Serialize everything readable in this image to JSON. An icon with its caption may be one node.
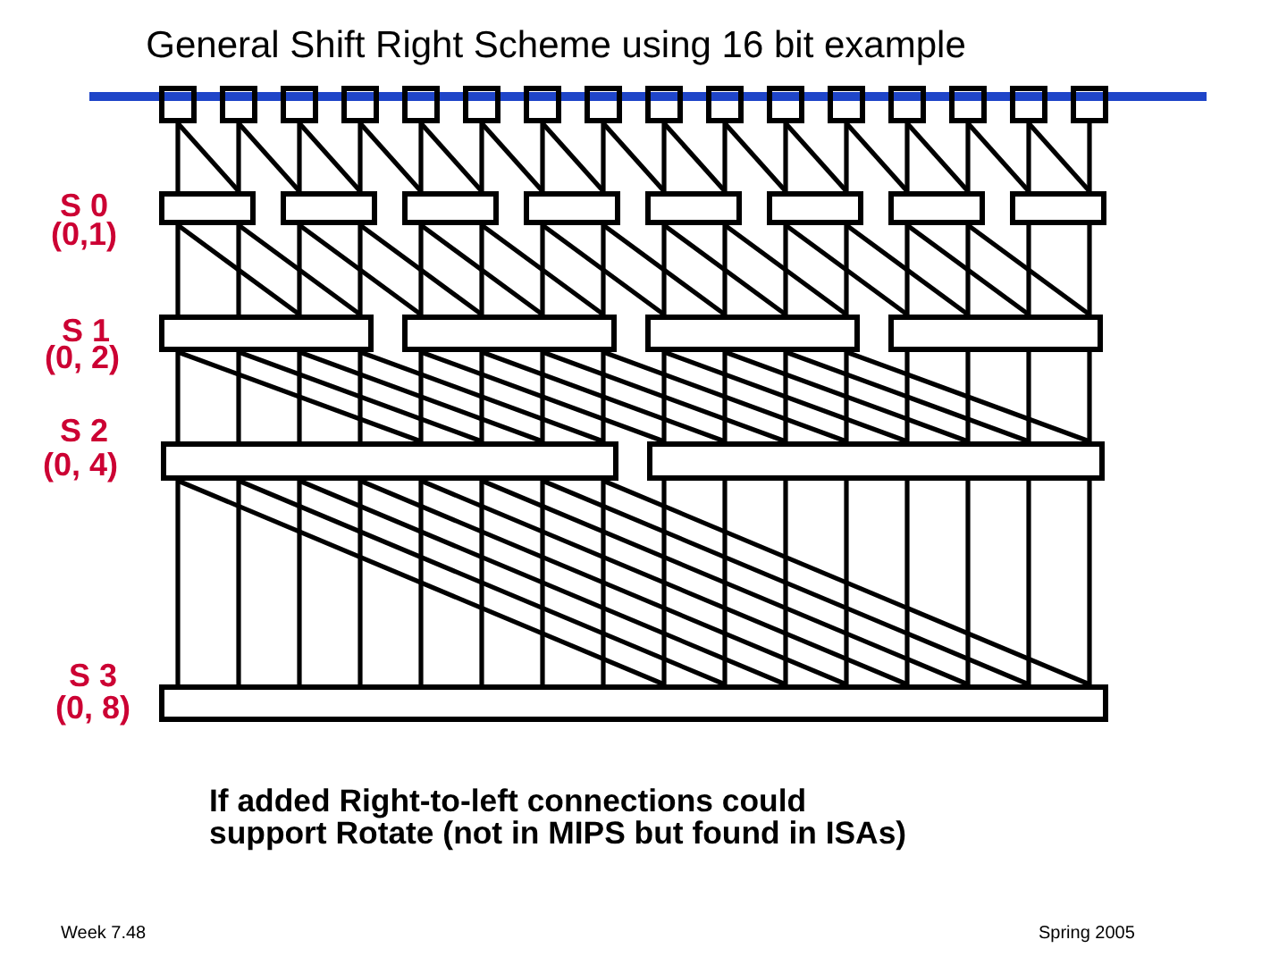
{
  "diagram": {
    "title": "General Shift Right Scheme using 16 bit example",
    "nodes": [
      {
        "text": [],
        "shape": "box"
      },
      {
        "text": [],
        "shape": "box"
      },
      {
        "text": [],
        "shape": "box"
      },
      {
        "text": [],
        "shape": "box"
      },
      {
        "text": [],
        "shape": "box"
      },
      {
        "text": [],
        "shape": "box"
      },
      {
        "text": [],
        "shape": "box"
      },
      {
        "text": [],
        "shape": "box"
      },
      {
        "text": [],
        "shape": "box"
      },
      {
        "text": [],
        "shape": "box"
      },
      {
        "text": [],
        "shape": "box"
      },
      {
        "text": [],
        "shape": "box"
      },
      {
        "text": [],
        "shape": "box"
      },
      {
        "text": [],
        "shape": "box"
      },
      {
        "text": [],
        "shape": "box"
      },
      {
        "text": [],
        "shape": "box"
      },
      {
        "text": [],
        "shape": "box"
      },
      {
        "text": [],
        "shape": "box"
      },
      {
        "text": [],
        "shape": "box"
      },
      {
        "text": [],
        "shape": "box"
      },
      {
        "text": [],
        "shape": "box"
      },
      {
        "text": [],
        "shape": "box"
      },
      {
        "text": [],
        "shape": "box"
      },
      {
        "text": [],
        "shape": "box"
      },
      {
        "text": [],
        "shape": "box"
      },
      {
        "text": [],
        "shape": "box"
      },
      {
        "text": [],
        "shape": "box"
      },
      {
        "text": [],
        "shape": "box"
      },
      {
        "text": [],
        "shape": "box"
      },
      {
        "text": [],
        "shape": "box"
      },
      {
        "text": [],
        "shape": "box"
      }
    ],
    "edges": [
      {
        "from": 0,
        "to": 16,
        "arrow": "none"
      },
      {
        "from": 1,
        "to": 16,
        "arrow": "none"
      },
      {
        "from": 2,
        "to": 17,
        "arrow": "none"
      },
      {
        "from": 3,
        "to": 17,
        "arrow": "none"
      },
      {
        "from": 4,
        "to": 18,
        "arrow": "none"
      },
      {
        "from": 5,
        "to": 18,
        "arrow": "none"
      },
      {
        "from": 6,
        "to": 19,
        "arrow": "none"
      },
      {
        "from": 7,
        "to": 19,
        "arrow": "none"
      },
      {
        "from": 8,
        "to": 20,
        "arrow": "none"
      },
      {
        "from": 9,
        "to": 20,
        "arrow": "none"
      },
      {
        "from": 10,
        "to": 21,
        "arrow": "none"
      },
      {
        "from": 11,
        "to": 21,
        "arrow": "none"
      },
      {
        "from": 12,
        "to": 22,
        "arrow": "none"
      },
      {
        "from": 13,
        "to": 22,
        "arrow": "none"
      },
      {
        "from": 14,
        "to": 23,
        "arrow": "none"
      },
      {
        "from": 15,
        "to": 23,
        "arrow": "none"
      },
      {
        "from": 0,
        "to": 16,
        "arrow": "none"
      },
      {
        "from": 1,
        "to": 17,
        "arrow": "none"
      },
      {
        "from": 2,
        "to": 17,
        "arrow": "none"
      },
      {
        "from": 3,
        "to": 18,
        "arrow": "none"
      },
      {
        "from": 4,
        "to": 18,
        "arrow": "none"
      },
      {
        "from": 5,
        "to": 19,
        "arrow": "none"
      },
      {
        "from": 6,
        "to": 19,
        "arrow": "none"
      },
      {
        "from": 7,
        "to": 20,
        "arrow": "none"
      },
      {
        "from": 8,
        "to": 20,
        "arrow": "none"
      },
      {
        "from": 9,
        "to": 21,
        "arrow": "none"
      },
      {
        "from": 10,
        "to": 21,
        "arrow": "none"
      },
      {
        "from": 11,
        "to": 22,
        "arrow": "none"
      },
      {
        "from": 12,
        "to": 22,
        "arrow": "none"
      },
      {
        "from": 13,
        "to": 23,
        "arrow": "none"
      },
      {
        "from": 14,
        "to": 23,
        "arrow": "none"
      },
      {
        "from": 16,
        "to": 24,
        "arrow": "none"
      },
      {
        "from": 16,
        "to": 24,
        "arrow": "none"
      },
      {
        "from": 17,
        "to": 24,
        "arrow": "none"
      },
      {
        "from": 17,
        "to": 24,
        "arrow": "none"
      },
      {
        "from": 18,
        "to": 25,
        "arrow": "none"
      },
      {
        "from": 18,
        "to": 25,
        "arrow": "none"
      },
      {
        "from": 19,
        "to": 25,
        "arrow": "none"
      },
      {
        "from": 19,
        "to": 25,
        "arrow": "none"
      },
      {
        "from": 20,
        "to": 26,
        "arrow": "none"
      },
      {
        "from": 20,
        "to": 26,
        "arrow": "none"
      },
      {
        "from": 21,
        "to": 26,
        "arrow": "none"
      },
      {
        "from": 21,
        "to": 26,
        "arrow": "none"
      },
      {
        "from": 22,
        "to": 27,
        "arrow": "none"
      },
      {
        "from": 22,
        "to": 27,
        "arrow": "none"
      },
      {
        "from": 23,
        "to": 27,
        "arrow": "none"
      },
      {
        "from": 23,
        "to": 27,
        "arrow": "none"
      },
      {
        "from": 16,
        "to": 24,
        "arrow": "none"
      },
      {
        "from": 16,
        "to": 24,
        "arrow": "none"
      },
      {
        "from": 17,
        "to": 25,
        "arrow": "none"
      },
      {
        "from": 17,
        "to": 25,
        "arrow": "none"
      },
      {
        "from": 18,
        "to": 25,
        "arrow": "none"
      },
      {
        "from": 18,
        "to": 25,
        "arrow": "none"
      },
      {
        "from": 19,
        "to": 26,
        "arrow": "none"
      },
      {
        "from": 19,
        "to": 26,
        "arrow": "none"
      },
      {
        "from": 20,
        "to": 26,
        "arrow": "none"
      },
      {
        "from": 20,
        "to": 26,
        "arrow": "none"
      },
      {
        "from": 21,
        "to": 27,
        "arrow": "none"
      },
      {
        "from": 21,
        "to": 27,
        "arrow": "none"
      },
      {
        "from": 22,
        "to": 27,
        "arrow": "none"
      },
      {
        "from": 22,
        "to": 27,
        "arrow": "none"
      },
      {
        "from": 24,
        "to": 28,
        "arrow": "none"
      },
      {
        "from": 24,
        "to": 28,
        "arrow": "none"
      },
      {
        "from": 24,
        "to": 28,
        "arrow": "none"
      },
      {
        "from": 24,
        "to": 28,
        "arrow": "none"
      },
      {
        "from": 25,
        "to": 28,
        "arrow": "none"
      },
      {
        "from": 25,
        "to": 28,
        "arrow": "none"
      },
      {
        "from": 25,
        "to": 28,
        "arrow": "none"
      },
      {
        "from": 25,
        "to": 28,
        "arrow": "none"
      },
      {
        "from": 26,
        "to": 29,
        "arrow": "none"
      },
      {
        "from": 26,
        "to": 29,
        "arrow": "none"
      },
      {
        "from": 26,
        "to": 29,
        "arrow": "none"
      },
      {
        "from": 26,
        "to": 29,
        "arrow": "none"
      },
      {
        "from": 27,
        "to": 29,
        "arrow": "none"
      },
      {
        "from": 27,
        "to": 29,
        "arrow": "none"
      },
      {
        "from": 27,
        "to": 29,
        "arrow": "none"
      },
      {
        "from": 27,
        "to": 29,
        "arrow": "none"
      },
      {
        "from": 24,
        "to": 28,
        "arrow": "none"
      },
      {
        "from": 24,
        "to": 28,
        "arrow": "none"
      },
      {
        "from": 24,
        "to": 28,
        "arrow": "none"
      },
      {
        "from": 24,
        "to": 28,
        "arrow": "none"
      },
      {
        "from": 25,
        "to": 29,
        "arrow": "none"
      },
      {
        "from": 25,
        "to": 29,
        "arrow": "none"
      },
      {
        "from": 25,
        "to": 29,
        "arrow": "none"
      },
      {
        "from": 25,
        "to": 29,
        "arrow": "none"
      },
      {
        "from": 26,
        "to": 29,
        "arrow": "none"
      },
      {
        "from": 26,
        "to": 29,
        "arrow": "none"
      },
      {
        "from": 26,
        "to": 29,
        "arrow": "none"
      },
      {
        "from": 26,
        "to": 29,
        "arrow": "none"
      },
      {
        "from": 28,
        "to": 30,
        "arrow": "none"
      },
      {
        "from": 28,
        "to": 30,
        "arrow": "none"
      },
      {
        "from": 28,
        "to": 30,
        "arrow": "none"
      },
      {
        "from": 28,
        "to": 30,
        "arrow": "none"
      },
      {
        "from": 28,
        "to": 30,
        "arrow": "none"
      },
      {
        "from": 28,
        "to": 30,
        "arrow": "none"
      },
      {
        "from": 28,
        "to": 30,
        "arrow": "none"
      },
      {
        "from": 28,
        "to": 30,
        "arrow": "none"
      },
      {
        "from": 29,
        "to": 30,
        "arrow": "none"
      },
      {
        "from": 29,
        "to": 30,
        "arrow": "none"
      },
      {
        "from": 29,
        "to": 30,
        "arrow": "none"
      },
      {
        "from": 29,
        "to": 30,
        "arrow": "none"
      },
      {
        "from": 29,
        "to": 30,
        "arrow": "none"
      },
      {
        "from": 29,
        "to": 30,
        "arrow": "none"
      },
      {
        "from": 29,
        "to": 30,
        "arrow": "none"
      },
      {
        "from": 29,
        "to": 30,
        "arrow": "none"
      },
      {
        "from": 28,
        "to": 30,
        "arrow": "none"
      },
      {
        "from": 28,
        "to": 30,
        "arrow": "none"
      },
      {
        "from": 28,
        "to": 30,
        "arrow": "none"
      },
      {
        "from": 28,
        "to": 30,
        "arrow": "none"
      },
      {
        "from": 28,
        "to": 30,
        "arrow": "none"
      },
      {
        "from": 28,
        "to": 30,
        "arrow": "none"
      },
      {
        "from": 28,
        "to": 30,
        "arrow": "none"
      },
      {
        "from": 28,
        "to": 30,
        "arrow": "none"
      }
    ],
    "labels": [
      "S 0",
      "(0,1)",
      "S 1",
      "(0, 2)",
      "S 2",
      "(0, 4)",
      "S 3",
      "(0, 8)",
      "If added Right-to-left connections could support Rotate (not in MIPS but found in ISAs)",
      "Week 7.48",
      "Spring 2005"
    ]
  }
}
